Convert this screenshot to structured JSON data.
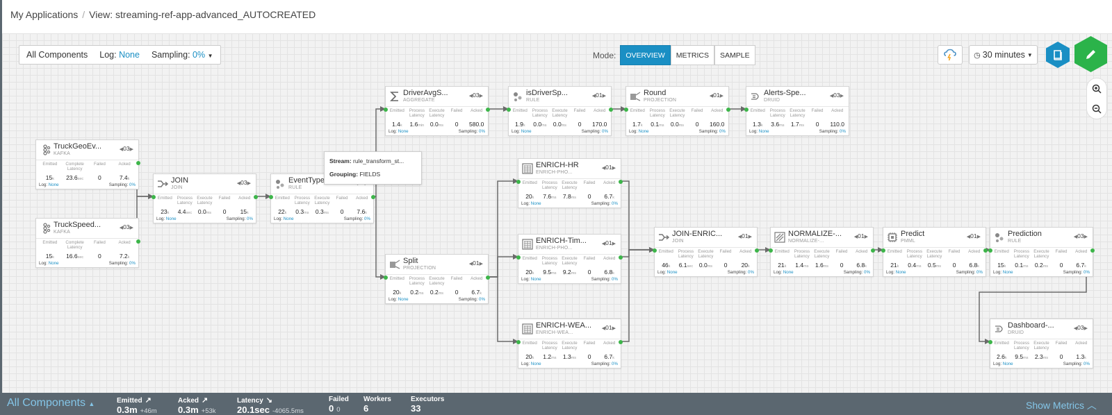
{
  "breadcrumb": {
    "root": "My Applications",
    "separator": "/",
    "current": "View: streaming-ref-app-advanced_AUTOCREATED"
  },
  "toolbar": {
    "all_components": "All Components",
    "log_label": "Log:",
    "log_value": "None",
    "sampling_label": "Sampling:",
    "sampling_value": "0%"
  },
  "mode": {
    "label": "Mode:",
    "buttons": [
      "OVERVIEW",
      "METRICS",
      "SAMPLE"
    ],
    "active": "OVERVIEW"
  },
  "time_range": "30 minutes",
  "tooltip": {
    "stream_label": "Stream:",
    "stream_value": "rule_transform_st...",
    "grouping_label": "Grouping:",
    "grouping_value": "FIELDS"
  },
  "colors": {
    "accent": "#1a8fc4",
    "green": "#2bb34a",
    "footer": "#5b6770",
    "port": "#3db54a"
  },
  "nodes": [
    {
      "name": "TruckGeoEv...",
      "type": "KAFKA",
      "icon": "kafka-icon",
      "parallelism": "03",
      "headers": [
        "Emitted",
        "Complete Latency",
        "Failed",
        "Acked"
      ],
      "values": [
        [
          "15",
          "k"
        ],
        [
          "23.6",
          "sec"
        ],
        [
          "0",
          ""
        ],
        [
          "7.4",
          "k"
        ]
      ],
      "log_label": "Log:",
      "log": "None",
      "sampling_label": "Sampling:",
      "sampling": "0%"
    },
    {
      "name": "TruckSpeed...",
      "type": "KAFKA",
      "icon": "kafka-icon",
      "parallelism": "03",
      "headers": [
        "Emitted",
        "Complete Latency",
        "Failed",
        "Acked"
      ],
      "values": [
        [
          "15",
          "k"
        ],
        [
          "16.6",
          "sec"
        ],
        [
          "0",
          ""
        ],
        [
          "7.2",
          "k"
        ]
      ],
      "log_label": "Log:",
      "log": "None",
      "sampling_label": "Sampling:",
      "sampling": "0%"
    },
    {
      "name": "JOIN",
      "type": "JOIN",
      "icon": "join-icon",
      "parallelism": "03",
      "headers": [
        "Emitted",
        "Process Latency",
        "Execute Latency",
        "Failed",
        "Acked"
      ],
      "values": [
        [
          "23",
          "k"
        ],
        [
          "4.4",
          "sec"
        ],
        [
          "0.0",
          "ms"
        ],
        [
          "0",
          ""
        ],
        [
          "15",
          "k"
        ]
      ],
      "log_label": "Log:",
      "log": "None",
      "sampling_label": "Sampling:",
      "sampling": "0%"
    },
    {
      "name": "EventType",
      "type": "RULE",
      "icon": "rule-icon",
      "parallelism": "03",
      "headers": [
        "Emitted",
        "Process Latency",
        "Execute Latency",
        "Failed",
        "Acked"
      ],
      "values": [
        [
          "22",
          "k"
        ],
        [
          "0.3",
          "ms"
        ],
        [
          "0.3",
          "ms"
        ],
        [
          "0",
          ""
        ],
        [
          "7.6",
          "k"
        ]
      ],
      "log_label": "Log:",
      "log": "None",
      "sampling_label": "Sampling:",
      "sampling": "0%"
    },
    {
      "name": "DriverAvgS...",
      "type": "AGGREGATE",
      "icon": "aggregate-icon",
      "parallelism": "03",
      "headers": [
        "Emitted",
        "Process Latency",
        "Execute Latency",
        "Failed",
        "Acked"
      ],
      "values": [
        [
          "1.4",
          "k"
        ],
        [
          "1.6",
          "min"
        ],
        [
          "0.0",
          "ms"
        ],
        [
          "0",
          ""
        ],
        [
          "580.0",
          ""
        ]
      ],
      "log_label": "Log:",
      "log": "None",
      "sampling_label": "Sampling:",
      "sampling": "0%"
    },
    {
      "name": "isDriverSp...",
      "type": "RULE",
      "icon": "rule-icon",
      "parallelism": "01",
      "headers": [
        "Emitted",
        "Process Latency",
        "Execute Latency",
        "Failed",
        "Acked"
      ],
      "values": [
        [
          "1.9",
          "k"
        ],
        [
          "0.0",
          "ms"
        ],
        [
          "0.0",
          "ms"
        ],
        [
          "0",
          ""
        ],
        [
          "170.0",
          ""
        ]
      ],
      "log_label": "Log:",
      "log": "None",
      "sampling_label": "Sampling:",
      "sampling": "0%"
    },
    {
      "name": "Round",
      "type": "PROJECTION",
      "icon": "projection-icon",
      "parallelism": "01",
      "headers": [
        "Emitted",
        "Process Latency",
        "Execute Latency",
        "Failed",
        "Acked"
      ],
      "values": [
        [
          "1.7",
          "k"
        ],
        [
          "0.1",
          "ms"
        ],
        [
          "0.0",
          "ms"
        ],
        [
          "0",
          ""
        ],
        [
          "160.0",
          ""
        ]
      ],
      "log_label": "Log:",
      "log": "None",
      "sampling_label": "Sampling:",
      "sampling": "0%"
    },
    {
      "name": "Alerts-Spe...",
      "type": "DRUID",
      "icon": "druid-icon",
      "parallelism": "03",
      "headers": [
        "Emitted",
        "Process Latency",
        "Execute Latency",
        "Failed",
        "Acked"
      ],
      "values": [
        [
          "1.3",
          "k"
        ],
        [
          "3.6",
          "ms"
        ],
        [
          "1.7",
          "ms"
        ],
        [
          "0",
          ""
        ],
        [
          "110.0",
          ""
        ]
      ],
      "log_label": "Log:",
      "log": "None",
      "sampling_label": "Sampling:",
      "sampling": "0%"
    },
    {
      "name": "Split",
      "type": "PROJECTION",
      "icon": "projection-icon",
      "parallelism": "01",
      "headers": [
        "Emitted",
        "Process Latency",
        "Execute Latency",
        "Failed",
        "Acked"
      ],
      "values": [
        [
          "20",
          "k"
        ],
        [
          "0.2",
          "ms"
        ],
        [
          "0.2",
          "ms"
        ],
        [
          "0",
          ""
        ],
        [
          "6.7",
          "k"
        ]
      ],
      "log_label": "Log:",
      "log": "None",
      "sampling_label": "Sampling:",
      "sampling": "0%"
    },
    {
      "name": "ENRICH-HR",
      "type": "ENRICH-PHO...",
      "icon": "enrich-icon",
      "parallelism": "01",
      "headers": [
        "Emitted",
        "Process Latency",
        "Execute Latency",
        "Failed",
        "Acked"
      ],
      "values": [
        [
          "20",
          "k"
        ],
        [
          "7.6",
          "ms"
        ],
        [
          "7.8",
          "ms"
        ],
        [
          "0",
          ""
        ],
        [
          "6.7",
          "k"
        ]
      ],
      "log_label": "Log:",
      "log": "None",
      "sampling_label": "Sampling:",
      "sampling": "0%"
    },
    {
      "name": "ENRICH-Tim...",
      "type": "ENRICH-PHO...",
      "icon": "enrich-icon",
      "parallelism": "01",
      "headers": [
        "Emitted",
        "Process Latency",
        "Execute Latency",
        "Failed",
        "Acked"
      ],
      "values": [
        [
          "20",
          "k"
        ],
        [
          "9.5",
          "ms"
        ],
        [
          "9.2",
          "ms"
        ],
        [
          "0",
          ""
        ],
        [
          "6.8",
          "k"
        ]
      ],
      "log_label": "Log:",
      "log": "None",
      "sampling_label": "Sampling:",
      "sampling": "0%"
    },
    {
      "name": "ENRICH-WEA...",
      "type": "ENRICH-WEA...",
      "icon": "enrich-icon",
      "parallelism": "01",
      "headers": [
        "Emitted",
        "Process Latency",
        "Execute Latency",
        "Failed",
        "Acked"
      ],
      "values": [
        [
          "20",
          "k"
        ],
        [
          "1.2",
          "ms"
        ],
        [
          "1.3",
          "ms"
        ],
        [
          "0",
          ""
        ],
        [
          "6.7",
          "k"
        ]
      ],
      "log_label": "Log:",
      "log": "None",
      "sampling_label": "Sampling:",
      "sampling": "0%"
    },
    {
      "name": "JOIN-ENRIC...",
      "type": "JOIN",
      "icon": "join-icon",
      "parallelism": "01",
      "headers": [
        "Emitted",
        "Process Latency",
        "Execute Latency",
        "Failed",
        "Acked"
      ],
      "values": [
        [
          "46",
          "k"
        ],
        [
          "6.1",
          "sec"
        ],
        [
          "0.0",
          "ms"
        ],
        [
          "0",
          ""
        ],
        [
          "20",
          "k"
        ]
      ],
      "log_label": "Log:",
      "log": "None",
      "sampling_label": "Sampling:",
      "sampling": "0%"
    },
    {
      "name": "NORMALIZE-...",
      "type": "NORMALIZE-...",
      "icon": "normalize-icon",
      "parallelism": "01",
      "headers": [
        "Emitted",
        "Process Latency",
        "Execute Latency",
        "Failed",
        "Acked"
      ],
      "values": [
        [
          "21",
          "k"
        ],
        [
          "1.4",
          "ms"
        ],
        [
          "1.6",
          "ms"
        ],
        [
          "0",
          ""
        ],
        [
          "6.8",
          "k"
        ]
      ],
      "log_label": "Log:",
      "log": "None",
      "sampling_label": "Sampling:",
      "sampling": "0%"
    },
    {
      "name": "Predict",
      "type": "PMML",
      "icon": "pmml-icon",
      "parallelism": "01",
      "headers": [
        "Emitted",
        "Process Latency",
        "Execute Latency",
        "Failed",
        "Acked"
      ],
      "values": [
        [
          "21",
          "k"
        ],
        [
          "0.4",
          "ms"
        ],
        [
          "0.5",
          "ms"
        ],
        [
          "0",
          ""
        ],
        [
          "6.8",
          "k"
        ]
      ],
      "log_label": "Log:",
      "log": "None",
      "sampling_label": "Sampling:",
      "sampling": "0%"
    },
    {
      "name": "Prediction",
      "type": "RULE",
      "icon": "rule-icon",
      "parallelism": "03",
      "headers": [
        "Emitted",
        "Process Latency",
        "Execute Latency",
        "Failed",
        "Acked"
      ],
      "values": [
        [
          "15",
          "k"
        ],
        [
          "0.1",
          "ms"
        ],
        [
          "0.2",
          "ms"
        ],
        [
          "0",
          ""
        ],
        [
          "6.7",
          "k"
        ]
      ],
      "log_label": "Log:",
      "log": "None",
      "sampling_label": "Sampling:",
      "sampling": "0%"
    },
    {
      "name": "Dashboard-...",
      "type": "DRUID",
      "icon": "druid-icon",
      "parallelism": "03",
      "headers": [
        "Emitted",
        "Process Latency",
        "Execute Latency",
        "Failed",
        "Acked"
      ],
      "values": [
        [
          "2.6",
          "k"
        ],
        [
          "9.5",
          "ms"
        ],
        [
          "2.3",
          "ms"
        ],
        [
          "0",
          ""
        ],
        [
          "1.3",
          "k"
        ]
      ],
      "log_label": "Log:",
      "log": "None",
      "sampling_label": "Sampling:",
      "sampling": "0%"
    }
  ],
  "footer": {
    "title": "All Components",
    "stats": [
      {
        "label": "Emitted",
        "arrow": "up",
        "value": "0.3m",
        "delta": "+46m"
      },
      {
        "label": "Acked",
        "arrow": "up",
        "value": "0.3m",
        "delta": "+53k"
      },
      {
        "label": "Latency",
        "arrow": "down",
        "value": "20.1sec",
        "delta": "-4065.5ms"
      },
      {
        "label": "Failed",
        "arrow": "",
        "value": "0",
        "delta": "0"
      },
      {
        "label": "Workers",
        "arrow": "",
        "value": "6",
        "delta": ""
      },
      {
        "label": "Executors",
        "arrow": "",
        "value": "33",
        "delta": ""
      }
    ],
    "show_metrics": "Show Metrics"
  }
}
